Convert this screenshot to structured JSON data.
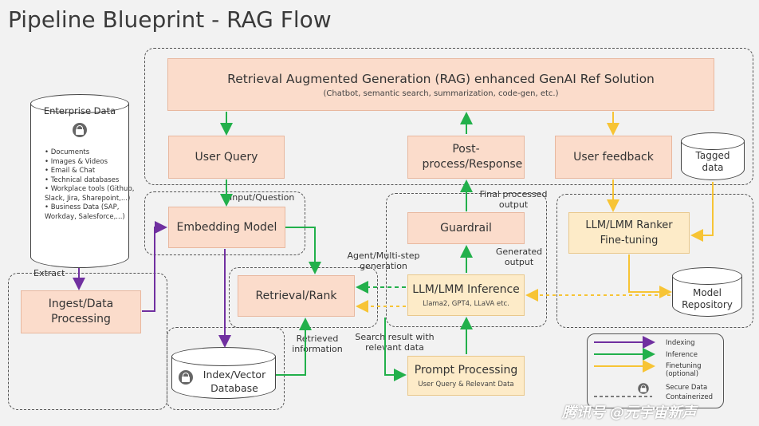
{
  "title": "Pipeline Blueprint - RAG Flow",
  "rag_box": {
    "title": "Retrieval Augmented Generation (RAG) enhanced GenAI Ref Solution",
    "subtitle": "(Chatbot, semantic search, summarization, code-gen, etc.)"
  },
  "enterprise": {
    "title": "Enterprise Data",
    "items": [
      "Documents",
      "Images & Videos",
      "Email & Chat",
      "Technical databases",
      "Workplace tools (Github, Slack, Jira, Sharepoint,...)",
      "Business Data (SAP, Workday, Salesforce,...)"
    ]
  },
  "nodes": {
    "user_query": "User Query",
    "post_process": "Post-process/Response",
    "user_feedback": "User feedback",
    "tagged_data": "Tagged data",
    "embedding": "Embedding Model",
    "guardrail": "Guardrail",
    "ranker": "LLM/LMM Ranker Fine-tuning",
    "model_repo": "Model Repository",
    "ingest": "Ingest/Data Processing",
    "retrieval": "Retrieval/Rank",
    "inference": "LLM/LMM Inference",
    "inference_sub": "Llama2, GPT4, LLaVA etc.",
    "index_db": "Index/Vector Database",
    "prompt": "Prompt Processing",
    "prompt_sub": "User Query & Relevant Data"
  },
  "labels": {
    "input_question": "Input/Question",
    "extract": "Extract",
    "final_output": "Final processed output",
    "agent": "Agent/Multi-step generation",
    "generated_output": "Generated output",
    "retrieved_info": "Retrieved information",
    "search_result": "Search result with relevant data"
  },
  "legend": {
    "indexing": "Indexing",
    "inference": "Inference",
    "finetuning": "Finetuning (optional)",
    "secure": "Secure Data",
    "containerized": "Containerized"
  },
  "colors": {
    "indexing": "#7030a0",
    "inference": "#22b04b",
    "finetuning": "#f7c435",
    "box_fill": "#fbdccb",
    "box_fill_yellow": "#fdebc8"
  },
  "watermark": "腾讯号 @元宇宙新声"
}
